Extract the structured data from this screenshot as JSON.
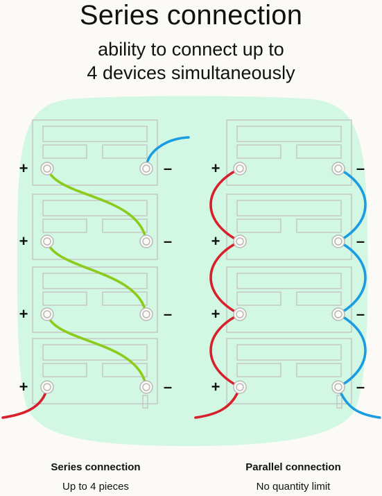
{
  "header": {
    "title": "Series connection",
    "subtitle_line1": "ability to connect up to",
    "subtitle_line2": "4 devices simultaneously"
  },
  "diagram": {
    "plus_symbol": "+",
    "minus_symbol": "–",
    "colors": {
      "background_blob": "#d2f7e3",
      "series_link": "#8ccb1c",
      "positive": "#d8202c",
      "negative": "#1a9ce2",
      "device_outline": "#c4c4c4"
    },
    "left_device_count": 4,
    "right_device_count": 4
  },
  "captions": {
    "series_title": "Series connection",
    "series_sub": "Up to 4 pieces",
    "parallel_title": "Parallel connection",
    "parallel_sub": "No quantity limit"
  }
}
